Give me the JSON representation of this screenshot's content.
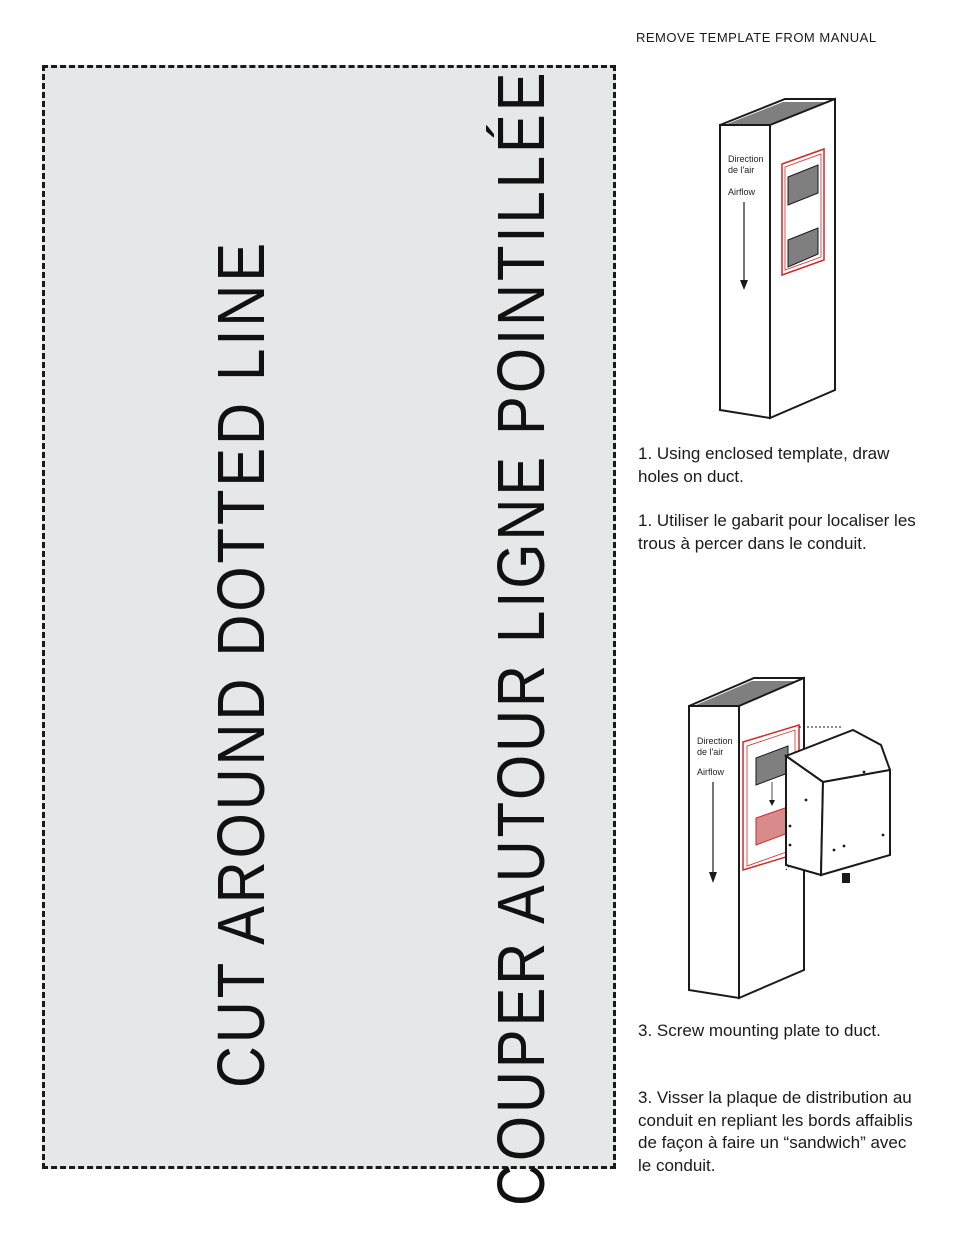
{
  "header": {
    "text": "REMOVE TEMPLATE FROM MANUAL"
  },
  "template": {
    "line_en": "CUT AROUND DOTTED LINE",
    "line_fr": "COUPER AUTOUR LIGNE POINTILLÉE"
  },
  "figure1": {
    "label_fr": "Direction",
    "label_fr2": "de l'air",
    "label_en": "Airflow"
  },
  "figure2": {
    "label_fr": "Direction",
    "label_fr2": "de l'air",
    "label_en": "Airflow"
  },
  "steps": {
    "step1_en": "1. Using enclosed template, draw holes on duct.",
    "step1_fr": "1. Utiliser le gabarit pour localiser les trous à percer dans le conduit.",
    "step3_en": "3. Screw mounting plate to duct.",
    "step3_fr": "3. Visser la plaque de distribution au conduit en repliant les bords affaiblis de façon à faire un “sandwich” avec le conduit."
  }
}
